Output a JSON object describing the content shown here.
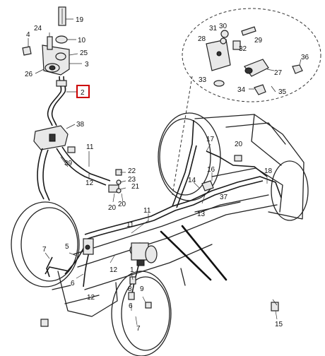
{
  "callouts": [
    {
      "id": "c19",
      "text": "19"
    },
    {
      "id": "c24",
      "text": "24"
    },
    {
      "id": "c4",
      "text": "4"
    },
    {
      "id": "c10",
      "text": "10"
    },
    {
      "id": "c25",
      "text": "25"
    },
    {
      "id": "c3a",
      "text": "3"
    },
    {
      "id": "c26",
      "text": "26"
    },
    {
      "id": "c2",
      "text": "2"
    },
    {
      "id": "c38",
      "text": "38"
    },
    {
      "id": "c11a",
      "text": "11"
    },
    {
      "id": "c39",
      "text": "39"
    },
    {
      "id": "c12a",
      "text": "12"
    },
    {
      "id": "c22",
      "text": "22"
    },
    {
      "id": "c23",
      "text": "23"
    },
    {
      "id": "c21",
      "text": "21"
    },
    {
      "id": "c20a",
      "text": "20"
    },
    {
      "id": "c20b",
      "text": "20"
    },
    {
      "id": "c31",
      "text": "31"
    },
    {
      "id": "c30",
      "text": "30"
    },
    {
      "id": "c28",
      "text": "28"
    },
    {
      "id": "c29",
      "text": "29"
    },
    {
      "id": "c32",
      "text": "32"
    },
    {
      "id": "c36a",
      "text": "36"
    },
    {
      "id": "c27",
      "text": "27"
    },
    {
      "id": "c33",
      "text": "33"
    },
    {
      "id": "c34",
      "text": "34"
    },
    {
      "id": "c35",
      "text": "35"
    },
    {
      "id": "c17",
      "text": "17"
    },
    {
      "id": "c20c",
      "text": "20"
    },
    {
      "id": "c16",
      "text": "16"
    },
    {
      "id": "c18",
      "text": "18"
    },
    {
      "id": "c14",
      "text": "14"
    },
    {
      "id": "c37",
      "text": "37"
    },
    {
      "id": "c13",
      "text": "13"
    },
    {
      "id": "c11b",
      "text": "11"
    },
    {
      "id": "c11c",
      "text": "11"
    },
    {
      "id": "c7a",
      "text": "7"
    },
    {
      "id": "c5",
      "text": "5"
    },
    {
      "id": "c6a",
      "text": "6"
    },
    {
      "id": "c12b",
      "text": "12"
    },
    {
      "id": "c12c",
      "text": "12"
    },
    {
      "id": "c1",
      "text": "1"
    },
    {
      "id": "c8",
      "text": "8"
    },
    {
      "id": "c9",
      "text": "9"
    },
    {
      "id": "c6b",
      "text": "6"
    },
    {
      "id": "c7b",
      "text": "7"
    },
    {
      "id": "c15",
      "text": "15"
    }
  ],
  "highlighted_part": "2",
  "colors": {
    "highlight": "#cc0000",
    "linework": "#222222",
    "background": "#ffffff"
  }
}
